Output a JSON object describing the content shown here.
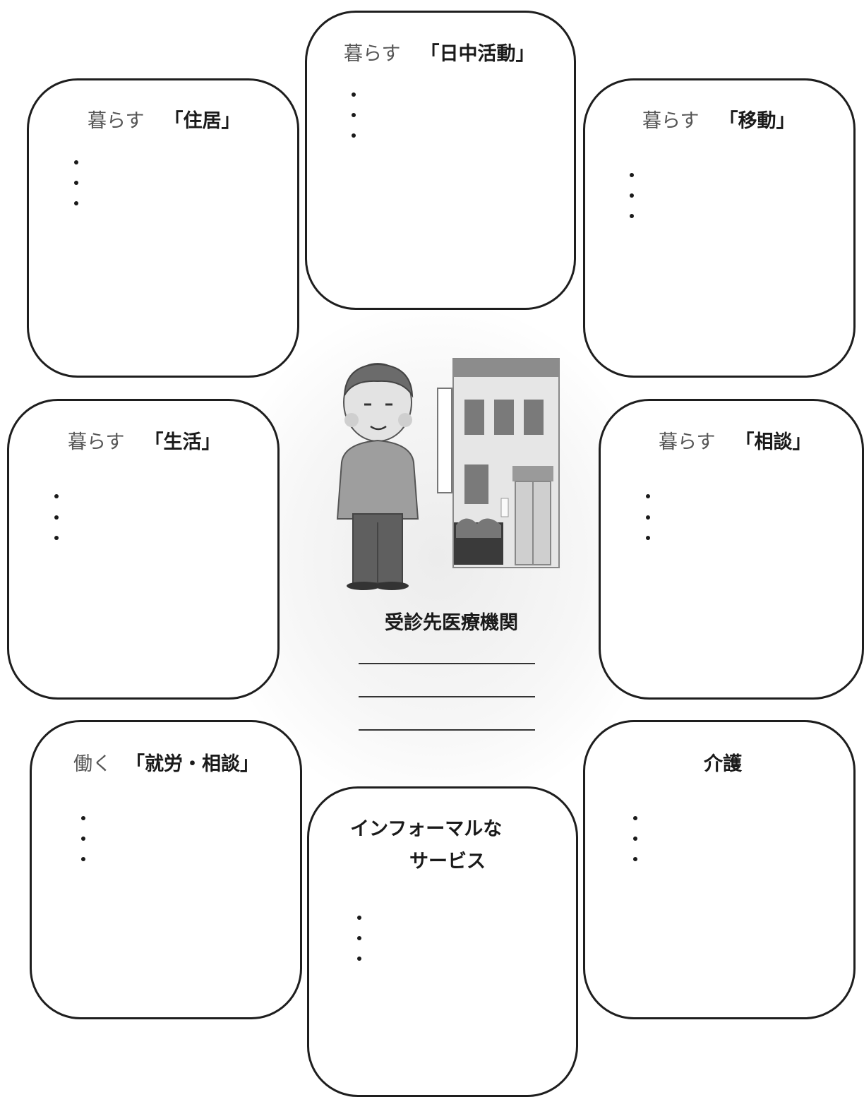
{
  "boxes": {
    "daytime": {
      "prefix": "暮らす",
      "label": "「日中活動」"
    },
    "housing": {
      "prefix": "暮らす",
      "label": "「住居」"
    },
    "mobility": {
      "prefix": "暮らす",
      "label": "「移動」"
    },
    "living": {
      "prefix": "暮らす",
      "label": "「生活」"
    },
    "consultation": {
      "prefix": "暮らす",
      "label": "「相談」"
    },
    "employment": {
      "prefix": "働く",
      "label": "「就労・相談」"
    },
    "informal": {
      "line1": "インフォーマルな",
      "line2": "サービス"
    },
    "care": {
      "label": "介護"
    }
  },
  "center": {
    "label": "受診先医療機関"
  }
}
